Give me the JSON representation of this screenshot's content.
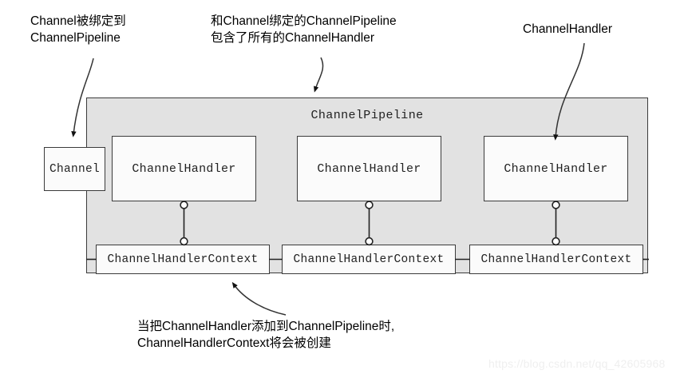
{
  "diagram": {
    "title": "Netty ChannelPipeline structure",
    "colors": {
      "pipeline_fill": "#e2e2e2",
      "box_fill": "#fbfbfb",
      "stroke": "#3b3b3b",
      "text": "#222222",
      "watermark": "#efefef"
    }
  },
  "annotations": {
    "left": "Channel被绑定到\nChannelPipeline",
    "middle": "和Channel绑定的ChannelPipeline\n包含了所有的ChannelHandler",
    "right": "ChannelHandler",
    "bottom": "当把ChannelHandler添加到ChannelPipeline时,\nChannelHandlerContext将会被创建"
  },
  "pipeline": {
    "label": "ChannelPipeline"
  },
  "channel": {
    "label": "Channel"
  },
  "handlers": [
    {
      "label": "ChannelHandler"
    },
    {
      "label": "ChannelHandler"
    },
    {
      "label": "ChannelHandler"
    }
  ],
  "contexts": [
    {
      "label": "ChannelHandlerContext"
    },
    {
      "label": "ChannelHandlerContext"
    },
    {
      "label": "ChannelHandlerContext"
    }
  ],
  "watermark": {
    "text": "https://blog.csdn.net/qq_42605968"
  }
}
